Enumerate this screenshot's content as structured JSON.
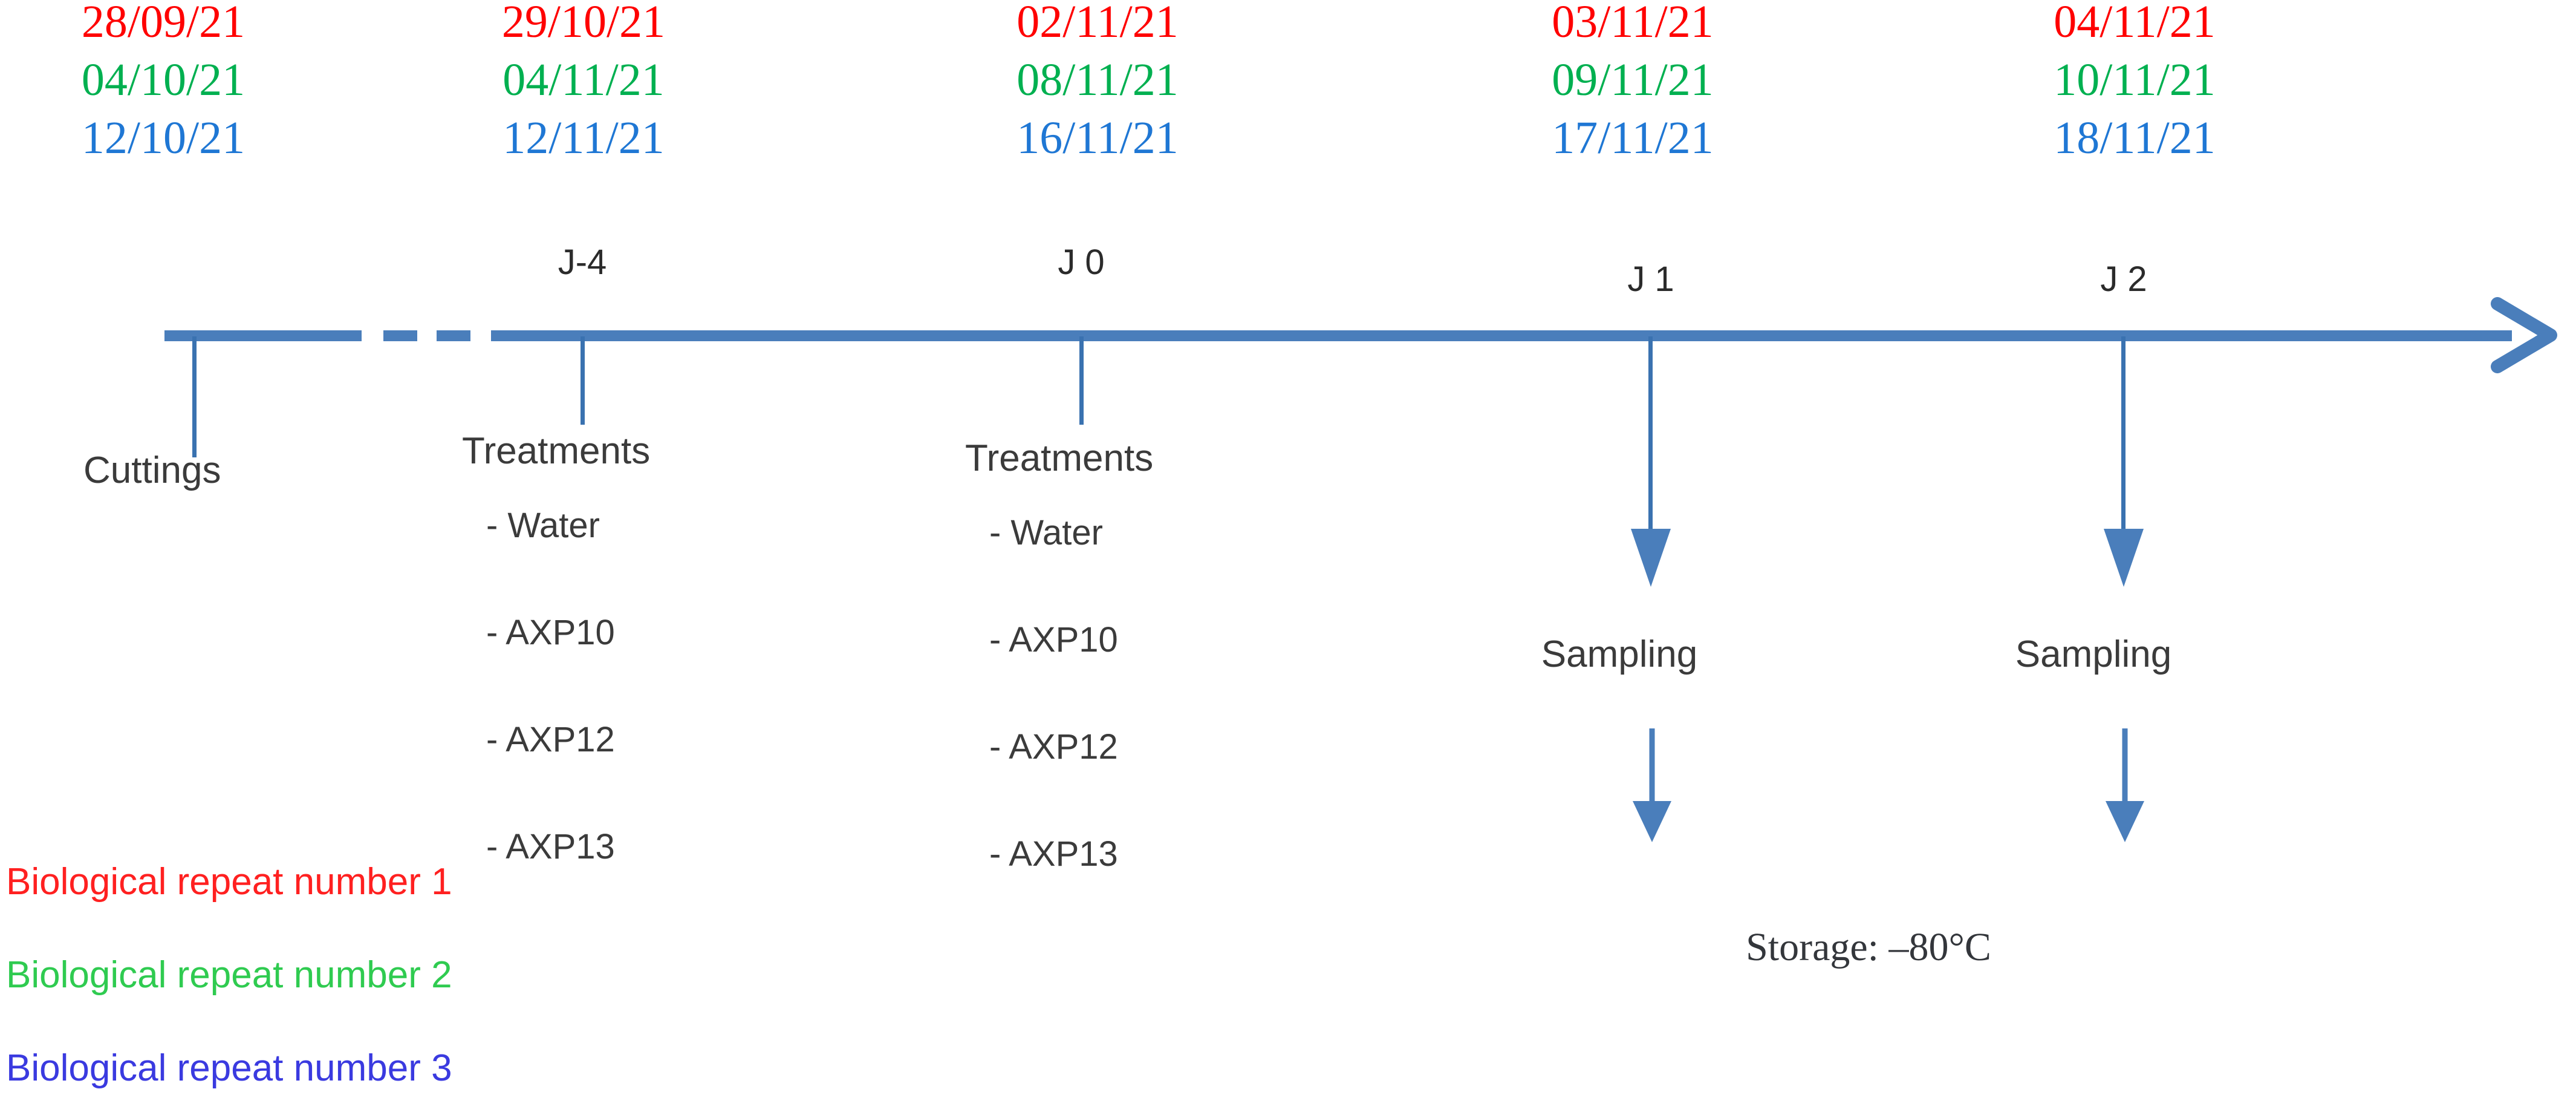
{
  "colors": {
    "axis": "#4A7EBB",
    "tick": "#3A72B0",
    "repeat1": "#FF0000",
    "repeat2": "#00B050",
    "repeat3": "#1F77D4",
    "text": "#3b3b3b"
  },
  "date_columns": [
    {
      "repeat1": "28/09/21",
      "repeat2": "04/10/21",
      "repeat3": "12/10/21"
    },
    {
      "repeat1": "29/10/21",
      "repeat2": "04/11/21",
      "repeat3": "12/11/21"
    },
    {
      "repeat1": "02/11/21",
      "repeat2": "08/11/21",
      "repeat3": "16/11/21"
    },
    {
      "repeat1": "03/11/21",
      "repeat2": "09/11/21",
      "repeat3": "17/11/21"
    },
    {
      "repeat1": "04/11/21",
      "repeat2": "10/11/21",
      "repeat3": "18/11/21"
    }
  ],
  "day_labels": [
    {
      "text": "J-4"
    },
    {
      "text": "J 0"
    },
    {
      "text": "J 1"
    },
    {
      "text": "J 2"
    }
  ],
  "cuttings": {
    "label": "Cuttings"
  },
  "treatments": [
    {
      "title": "Treatments",
      "items": [
        "- Water",
        "- AXP10",
        "- AXP12",
        "- AXP13"
      ]
    },
    {
      "title": "Treatments",
      "items": [
        "- Water",
        "- AXP10",
        "- AXP12",
        "- AXP13"
      ]
    }
  ],
  "sampling": [
    {
      "label": "Sampling"
    },
    {
      "label": "Sampling"
    }
  ],
  "storage": {
    "label": "Storage: –80°C"
  },
  "legend": [
    {
      "label": "Biological repeat number 1"
    },
    {
      "label": "Biological repeat number 2"
    },
    {
      "label": "Biological repeat number 3"
    }
  ]
}
